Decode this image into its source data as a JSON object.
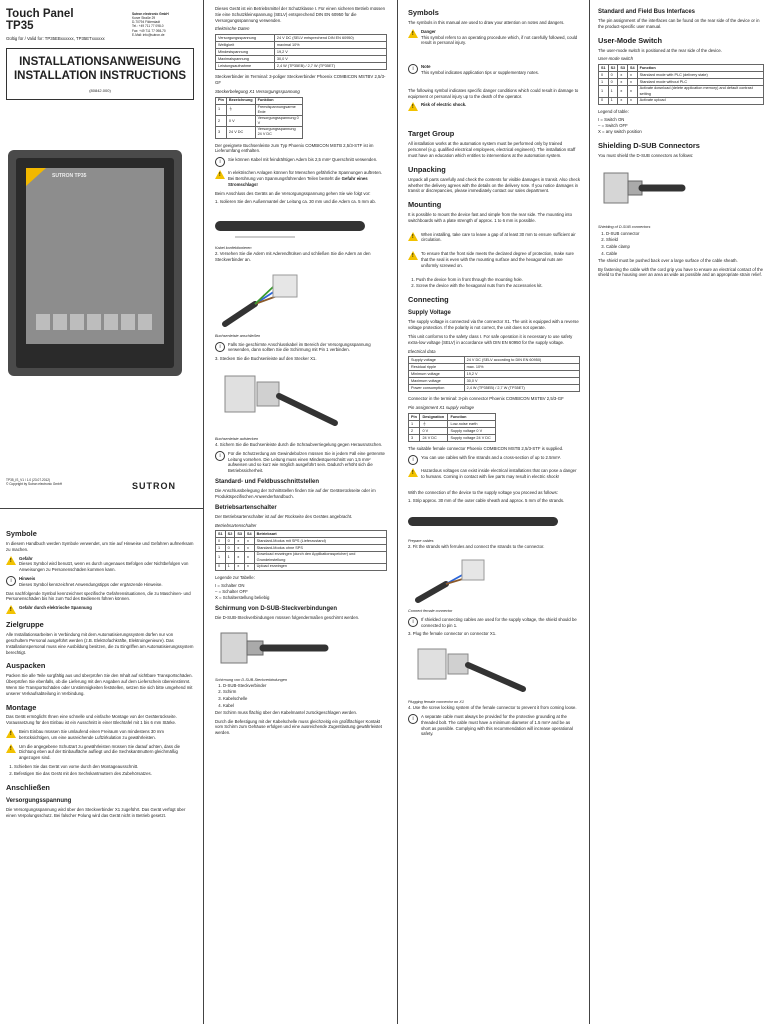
{
  "header": {
    "product": "Touch Panel",
    "model": "TP35",
    "valid_for": "Gültig für / Valid for: TP35EBxxxxxx, TP35ETxxxxxx",
    "company_lines": [
      "Sutron electronic GmbH",
      "Kurze Straße 29",
      "D-70794 Filderstadt",
      "Tel.: +49 711 77 098-0",
      "Fax: +49 711 77 098-70",
      "E-Mail: info@sutron.de"
    ],
    "title_de": "INSTALLATIONSANWEISUNG",
    "title_en": "INSTALLATION INSTRUCTIONS",
    "doc_number": "(80842.000)",
    "device_brand": "SUTRON TP35",
    "footer_lines": [
      "TP35_IS_V1 / 1.0 (23.07.2012)",
      "© Copyright by Sutron electronic GmbH"
    ],
    "logo": "SUTRON"
  },
  "de": {
    "symbole_h": "Symbole",
    "symbole_p": "In diesem Handbuch werden Symbole verwendet, um Sie auf Hinweise und Gefahren aufmerksam zu machen.",
    "gefahr_t": "Gefahr",
    "gefahr_p": "Dieses Symbol wird benutzt, wenn es durch ungenaues Befolgen oder Nichtbefolgen von Anweisungen zu Personenschäden kommen kann.",
    "hinweis_t": "Hinweis",
    "hinweis_p": "Dieses Symbol kennzeichnet Anwendungstipps oder ergänzende Hinweise.",
    "strom_p": "Das nachfolgende Symbol kennzeichnet spezifische Gefahrensituationen, die zu Maschinen- und Personenschäden bis hin zum Tod des Bedieners führen können.",
    "strom_b": "Gefahr durch elektrische Spannung",
    "ziel_h": "Zielgruppe",
    "ziel_p": "Alle Installationsarbeiten in Verbindung mit dem Automatisierungssystem dürfen nur von geschultem Personal ausgeführt werden (z.B. Elektrofachkräfte, Elektroingenieure). Das Installationspersonal muss eine Ausbildung besitzen, die zu Eingriffen am Automatisierungssystem berechtigt.",
    "auspacken_h": "Auspacken",
    "auspacken_p": "Packen Sie alle Teile sorgfältig aus und überprüfen Sie den Inhalt auf sichtbare Transportschäden. Überprüfen Sie ebenfalls, ob die Lieferung mit den Angaben auf dem Lieferschein übereinstimmt. Wenn Sie Transportschäden oder Unstimmigkeiten feststellen, setzen Sie sich bitte umgehend mit unserer Verkaufsabteilung in Verbindung.",
    "montage_h": "Montage",
    "montage_p": "Das Gerät ermöglicht Ihnen eine schnelle und einfache Montage von der Geräterückseite. Voraussetzung für den Einbau ist ein Ausschnitt in einer Blechtafel mit 1 bis 6 mm Stärke.",
    "montage_w1": "Beim Einbau müssen Sie umlaufend einen Freiraum von mindestens 30 mm berücksichtigen, um eine ausreichende Luftzirkulation zu gewährleisten.",
    "montage_w2": "Um die angegebene Schutzart zu gewährleisten müssen Sie darauf achten, dass die Dichtung eben auf der Einbaufläche aufliegt und die Sechskantmuttern gleichmäßig angezogen sind.",
    "montage_steps": [
      "Schieben Sie das Gerät von vorne durch den Montageausschnitt.",
      "Befestigen Sie das Gerät mit den Sechskantmuttern des Zubehörsatzes."
    ],
    "anschl_h": "Anschließen",
    "versorg_h": "Versorgungsspannung",
    "versorg_p": "Die Versorgungsspannung wird über den Steckverbinder X1 zugeführt. Das Gerät verfügt über einen Verpolungsschutz. Bei falscher Polung wird das Gerät nicht in Betrieb gesetzt."
  },
  "de2": {
    "intro": "Dieses Gerät ist ein Betriebsmittel der Schutzklasse I. Für einen sicheren Betrieb müssen Sie eine Schutzkleinspannung (SELV) entsprechend DIN EN 60950 für die Versorgungsspannung verwenden.",
    "edaten": "Elektrische Daten",
    "etable": [
      [
        "Versorgungsspannung",
        "24 V DC (SELV entsprechend DIN EN 60950)"
      ],
      [
        "Welligkeit",
        "maximal 10%"
      ],
      [
        "Mindestspannung",
        "19,2 V"
      ],
      [
        "Maximalspannung",
        "30,0 V"
      ],
      [
        "Leistungsaufnahme",
        "2,4 W (TP35EB) / 2,7 W (TP35ET)"
      ]
    ],
    "stecker_p": "Steckverbinder im Terminal: 3-poliger Steckverbinder Phoenix COMBICON MSTBV 2,5/3-GF",
    "belegung": "Steckerbelegung X1 Versorgungsspannung",
    "btable_head": [
      "Pin",
      "Bezeichnung",
      "Funktion"
    ],
    "btable": [
      [
        "1",
        "",
        "Fremdspannungsarme Erde"
      ],
      [
        "2",
        "0 V",
        "Versorgungsspannung 0 V"
      ],
      [
        "3",
        "24 V DC",
        "Versorgungsspannung 24 V DC"
      ]
    ],
    "geeignet": "Der geeignete Buchsenleiste zum Typ Phoenix COMBICON MSTB 2,5/3-STF ist im Lieferumfang enthalten.",
    "kabel_note": "Sie können Kabel mit feindrähtigen Adern bis 2,5 mm² Querschnitt verwenden.",
    "warn_spann": "In elektrischen Anlagen können für Menschen gefährliche Spannungen auftreten. Bei Berührung von Spannungsführenden Teilen besteht die",
    "warn_spann_b": "Gefahr eines Stromschlags!",
    "anschluss_p": "Beim Anschluss des Geräts an die Versorgungsspannung gehen Sie wie folgt vor:",
    "step1": "Isolieren Sie den Außenmantel der Leitung ca. 30 mm und die Adern ca. 5 mm ab.",
    "cap1": "Kabel konfektionieren",
    "step2": "Versehen Sie die Adern mit Aderendhülsen und schließen Sie die Adern an den Steckverbinder an.",
    "cap2": "Buchsenleiste anschließen",
    "warn_schirm": "Falls Sie geschirmte Anschlusskabel im Bereich der Versorgungsspannung verwenden, dann sollten Sie die Schirmung mit Pin 1 verbinden.",
    "step3": "Stecken Sie die Buchsenleiste auf den Stecker X1.",
    "cap3": "Buchsenleiste aufstecken",
    "step4": "Sichern Sie die Buchsenleiste durch die Schraubverriegelung gegen Herausrutschen.",
    "erdung": "Für die Schutzerdung am Gewindebolzen müssen Sie in jedem Fall eine getrennte Leitung vorsehen. Die Leitung muss einen Mindestquerschnitt von 1,5 mm² aufweisen und so kurz wie möglich ausgeführt sein. Dadurch erhöht sich die Betriebssicherheit.",
    "std_h": "Standard- und Feldbusschnittstellen",
    "std_p": "Die Anschlussbelegung der Schnittstellen finden Sie auf der Geräterückseite oder im Produktspezifischen Anwenderhandbuch.",
    "betr_h": "Betriebsartenschalter",
    "betr_p": "Der Betriebsartenschalter ist auf der Rückseite des Gerätes angebracht.",
    "betr_t": "Betriebsartenschalter",
    "stable_head": [
      "S1",
      "S2",
      "S3",
      "S4",
      "Betriebsart"
    ],
    "stable": [
      [
        "0",
        "0",
        "x",
        "x",
        "Standard-Modus mit SPS (Lieferzustand)"
      ],
      [
        "1",
        "0",
        "x",
        "x",
        "Standard-Modus ohne SPS"
      ],
      [
        "1",
        "1",
        "x",
        "x",
        "Download erzwingen (durch den Applikationsspeicher) und Grundeinstellung"
      ],
      [
        "0",
        "1",
        "x",
        "x",
        "Upload erzwingen"
      ]
    ],
    "legende": "Legende zur Tabelle:",
    "legende_items": [
      "I = Schalter ON",
      "– = Schalter OFF",
      "X = Schalterstellung beliebig"
    ],
    "schirm_h": "Schirmung von D-SUB-Steckverbindungen",
    "schirm_p": "Die D-SUB-Steckverbindungen müssen folgendermaßen geschirmt werden.",
    "schirm_cap": "Schirmung von D-SUB-Steckverbindungen",
    "schirm_items": [
      "D-SUB-Steckverbinder",
      "Schirm",
      "Kabelschelle",
      "Kabel"
    ],
    "schirm_p2": "Der Schirm muss flächig über den Kabelmantel zurückgeschlagen werden.",
    "schirm_p3": "Durch die Befestigung mit der Kabelschelle muss gleichzeitig ein großflächiger Kontakt vom Schirm zum Gehäuse erfolgen und eine ausreichende Zugentlastung gewährleistet werden."
  },
  "en": {
    "symbols_h": "Symbols",
    "symbols_p": "The symbols in this manual are used to draw your attention on notes and dangers.",
    "danger_t": "Danger",
    "danger_p": "This symbol refers to an operating procedure which, if not carefully followed, could result in personal injury.",
    "note_t": "Note",
    "note_p": "This symbol indicates application tips or supplementary notes.",
    "elec_p": "The following symbol indicates specific danger conditions which could result in damage to equipment or personal injury up to the death of the operator.",
    "elec_b": "Risk of electric shock.",
    "target_h": "Target Group",
    "target_p": "All installation works at the automation system must be performed only by trained personnel (e.g. qualified electrical employees, electrical engineers). The installation staff must have an education which entitles to interventions at the automation system.",
    "unpack_h": "Unpacking",
    "unpack_p": "Unpack all parts carefully and check the contents for visible damages in transit. Also check whether the delivery agrees with the details on the delivery note. If you notice damages in transit or discrepancies, please immediately contact our sales department.",
    "mount_h": "Mounting",
    "mount_p": "It is possible to mount the device fast and simple from the rear side. The mounting into switchboards with a plate strength of approx. 1 to 6 mm is possible.",
    "mount_w1": "When installing, take care to leave a gap of at least 30 mm to ensure sufficient air circulation.",
    "mount_w2": "To ensure that the front side meets the declared degree of protection, make sure that the seal is even with the mounting surface and the hexagonal nuts are uniformly screwed on.",
    "mount_steps": [
      "Push the device from in front through the mounting hole.",
      "Screw the device with the hexagonal nuts from the accessories kit."
    ],
    "conn_h": "Connecting",
    "supply_h": "Supply Voltage",
    "supply_p": "The supply voltage is connected via the connector X1. The unit is equipped with a reverse voltage protection. If the polarity is not correct, the unit does not operate.",
    "supply_p2": "This unit conforms to the safety class I. For safe operation it is necessary to use safety extra-low voltage (SELV) in accordance with DIN EN 60950 for the supply voltage.",
    "edata": "Electrical data",
    "etable": [
      [
        "Supply voltage",
        "24 V DC (SELV according to DIN EN 60950)"
      ],
      [
        "Residual ripple",
        "max. 10%"
      ],
      [
        "Minimum voltage",
        "19,2 V"
      ],
      [
        "Maximum voltage",
        "30,0 V"
      ],
      [
        "Power consumption",
        "2,4 W (TP35EB) / 2,7 W (TP35ET)"
      ]
    ],
    "conn_p": "Connector in the terminal: 3-pin connector Phoenix COMBICON MSTBV 2,5/3-GF",
    "pin_cap": "Pin assignment X1 supply voltage",
    "ptable_head": [
      "Pin",
      "Designation",
      "Function"
    ],
    "ptable": [
      [
        "1",
        "",
        "Low-noise earth"
      ],
      [
        "2",
        "0 V",
        "Supply voltage 0 V"
      ],
      [
        "3",
        "24 V DC",
        "Supply voltage 24 V DC"
      ]
    ],
    "suit_p": "The suitable female connector Phoenix COMBICON MSTB 2,5/3-STF is supplied.",
    "cable_note": "You can use cables with fine strands and a cross-section of up to 2.5mm².",
    "haz_p": "Hazardous voltages can exist inside electrical installations that can pose a danger to humans. Coming in contact with live parts may result in electric shock!",
    "proc_p": "With the connection of the device to the supply voltage you proceed as follows:",
    "step1": "Strip approx. 30 mm of the outer cable sheath and approx. 5 mm of the strands.",
    "cap1": "Prepare cables",
    "step2": "Fit the strands with ferrules and connect the strands to the connector.",
    "cap2": "Connect female connector",
    "shield_p": "If shielded connecting cables are used for the supply voltage, the shield should be connected to pin 1.",
    "step3": "Plug the female connector on connector X1.",
    "cap3": "Plugging female connector on X1",
    "step4": "Use the screw locking system of the female connector to prevent it from coming loose.",
    "earth_p": "A separate cable must always be provided for the protective grounding at the threaded bolt. The cable must have a minimum diameter of 1.5 mm² and be as short as possible. Complying with this recommendation will increase operational safety."
  },
  "en2": {
    "std_h": "Standard and Field Bus Interfaces",
    "std_p": "The pin assignment of the interfaces can be found on the rear side of the device or in the product-specific user manual.",
    "mode_h": "User-Mode Switch",
    "mode_p": "The user-mode switch is positioned at the rear side of the device.",
    "mode_cap": "User-mode switch",
    "mtable_head": [
      "S1",
      "S2",
      "S3",
      "S4",
      "Function"
    ],
    "mtable": [
      [
        "0",
        "0",
        "x",
        "x",
        "Standard mode with PLC (delivery state)"
      ],
      [
        "1",
        "0",
        "x",
        "x",
        "Standard mode without PLC"
      ],
      [
        "1",
        "1",
        "x",
        "x",
        "Activate download (delete application memory) and default contrast setting"
      ],
      [
        "0",
        "1",
        "x",
        "x",
        "Activate upload"
      ]
    ],
    "legend": "Legend of table:",
    "legend_items": [
      "I = Switch ON",
      "– = Switch OFF",
      "X = any switch position"
    ],
    "shield_h": "Shielding D-SUB Connectors",
    "shield_p": "You must shield the D-SUB connectors as follows:",
    "shield_cap": "Shielding of D-SUB connectors",
    "shield_items": [
      "D-SUB connector",
      "Shield",
      "Cable clamp",
      "Cable"
    ],
    "shield_p2": "The shield must be pushed back over a large surface of the cable sheath.",
    "shield_p3": "By fastening the cable with the cord grip you have to ensure an electrical contact of the shield to the housing over an area as wide as possible and an appropriate strain relief."
  }
}
